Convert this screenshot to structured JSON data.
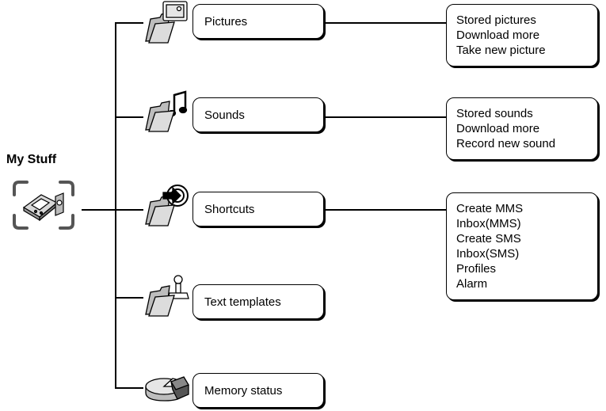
{
  "root": {
    "title": "My Stuff",
    "icon": "phone-in-focus-icon"
  },
  "menu": [
    {
      "id": "pictures",
      "label": "Pictures",
      "icon": "folder-picture-icon",
      "submenu": [
        "Stored pictures",
        "Download more",
        "Take new picture"
      ]
    },
    {
      "id": "sounds",
      "label": "Sounds",
      "icon": "folder-music-note-icon",
      "submenu": [
        "Stored sounds",
        "Download more",
        "Record new sound"
      ]
    },
    {
      "id": "shortcuts",
      "label": "Shortcuts",
      "icon": "folder-shortcut-arrow-icon",
      "submenu": [
        "Create MMS",
        "Inbox(MMS)",
        "Create SMS",
        "Inbox(SMS)",
        "Profiles",
        "Alarm"
      ]
    },
    {
      "id": "text-templates",
      "label": "Text templates",
      "icon": "folder-stamp-icon",
      "submenu": []
    },
    {
      "id": "memory-status",
      "label": "Memory status",
      "icon": "pie-chart-icon",
      "submenu": []
    }
  ]
}
